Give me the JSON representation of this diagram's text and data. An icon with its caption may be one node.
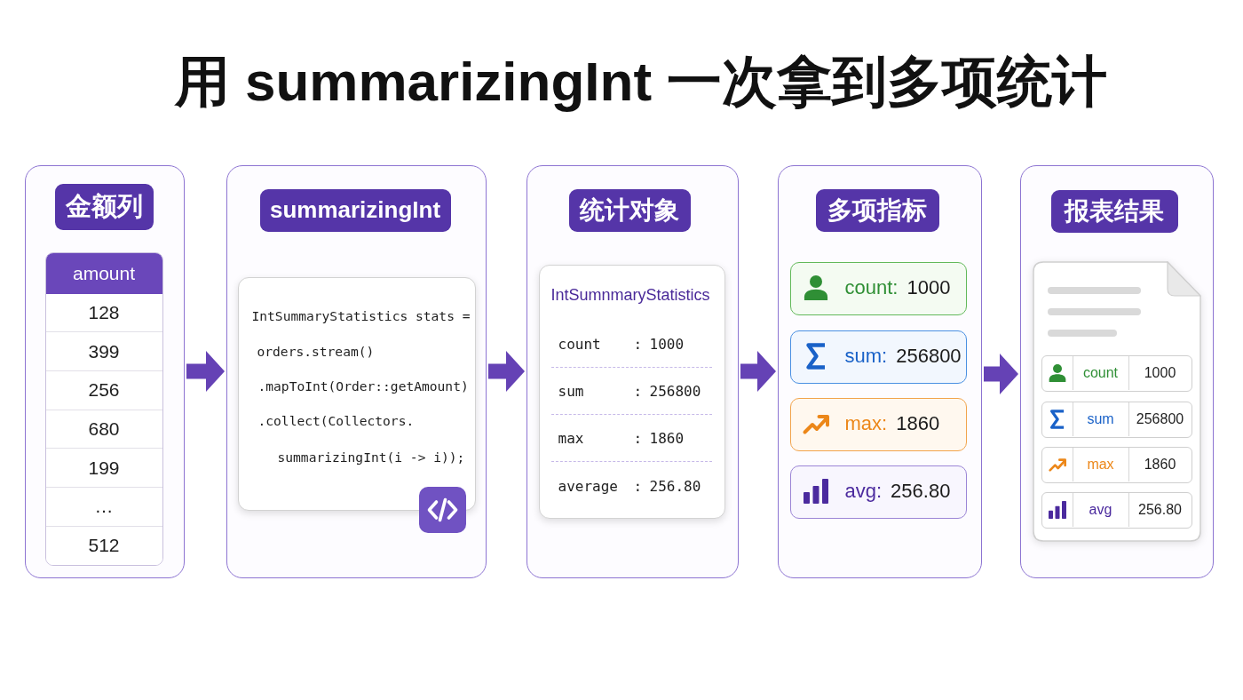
{
  "diagram": {
    "title": "用 summarizingInt 一次拿到多项统计",
    "nodes": [
      {
        "text": [
          "金额列"
        ]
      },
      {
        "text": [
          "amount",
          "128",
          "399",
          "256",
          "680",
          "199",
          "…",
          "512"
        ],
        "in": 0
      },
      {
        "text": [
          "summarizingInt"
        ]
      },
      {
        "text": [
          "IntSummaryStatistics stats =",
          "orders.stream()",
          ".mapToInt(Order::getAmount)",
          ".collect(Collectors.",
          "summarizingInt(i -> i));"
        ],
        "in": 2
      },
      {
        "text": [
          "统计对象"
        ]
      },
      {
        "text": [
          "IntSumnmaryStatistics",
          "count",
          ":",
          "1000",
          "sum",
          ":",
          "256800",
          "max",
          ":",
          "1860",
          "average",
          ":",
          "256.80"
        ],
        "in": 4
      },
      {
        "text": [
          "多项指标"
        ]
      },
      {
        "text": [
          "count:",
          "1000"
        ],
        "in": 6
      },
      {
        "text": [
          "sum:",
          "256800"
        ],
        "in": 6
      },
      {
        "text": [
          "max:",
          "1860"
        ],
        "in": 6
      },
      {
        "text": [
          "avg:",
          "256.80"
        ],
        "in": 6
      },
      {
        "text": [
          "报表结果"
        ]
      },
      {
        "text": [
          "count",
          "1000",
          "sum",
          "256800",
          "max",
          "1860",
          "avg",
          "256.80"
        ],
        "in": 11
      }
    ],
    "edges": [
      {
        "from": 0,
        "to": 2,
        "arrow": "to"
      },
      {
        "from": 2,
        "to": 4,
        "arrow": "to"
      },
      {
        "from": 4,
        "to": 6,
        "arrow": "to"
      },
      {
        "from": 6,
        "to": 11,
        "arrow": "to"
      }
    ]
  }
}
